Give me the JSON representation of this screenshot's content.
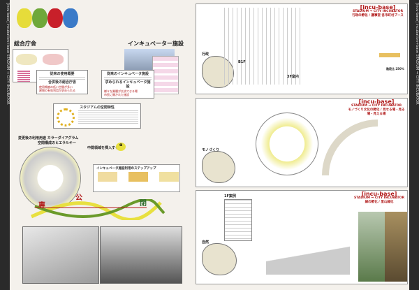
{
  "sidebar": {
    "left": "[incu-base] incubation+base STADIUM ⇒ CITY INCUBATOR",
    "right": "[incu-base] incubation+base STADIUM ⇒ CITY INCUBATOR"
  },
  "left": {
    "title_gov": "総合庁舎",
    "title_incu": "インキュベーター施設",
    "box1": {
      "title": "従来の使用概要",
      "sub": "合併後の総合庁舎",
      "items": [
        "使用頻度の低い空間が多い",
        "建物の有効利用が求められる"
      ]
    },
    "box2": {
      "title": "従来のインキュベータ施設",
      "sub": "求められるインキュベータ施設",
      "items": [
        "様々な業種が交流できる場",
        "市民に開かれた施設"
      ]
    },
    "box3": {
      "title": "スタジアムの空間特性"
    },
    "diagram_title": "変更後の利用用途 カラーダイアグラム",
    "diagram_sub": "空間構成のヒエラルキー",
    "insert": "中間領域を挿入する",
    "insert_mark": "α",
    "step": "インキュベータ施設利用のステップアップ",
    "public": "公",
    "closed": "閉",
    "private": "専"
  },
  "panels": [
    {
      "brand": "[incu-base]",
      "sub": "STADIUM ⇒ CITY INCUBATOR",
      "desc": "行政の孵化 / 議事堂 各市町村ブース",
      "map_label": "行政",
      "floor": "B1F",
      "floor2": "3F室内",
      "ratio": "階段比 250%"
    },
    {
      "brand": "[incu-base]",
      "sub": "STADIUM ⇒ CITY INCUBATOR",
      "desc": "モノづくり文化の孵化 / 見せる場・見る場・見える場",
      "map_label": "モノづくり"
    },
    {
      "brand": "[incu-base]",
      "sub": "STADIUM ⇒ CITY INCUBATOR",
      "desc": "緑の孵化 / 里山緑化",
      "map_label": "自然",
      "floor": "1F案例"
    }
  ],
  "colors": {
    "red": "#b01818",
    "yellow": "#e8e040",
    "green": "#6a9a2a"
  }
}
